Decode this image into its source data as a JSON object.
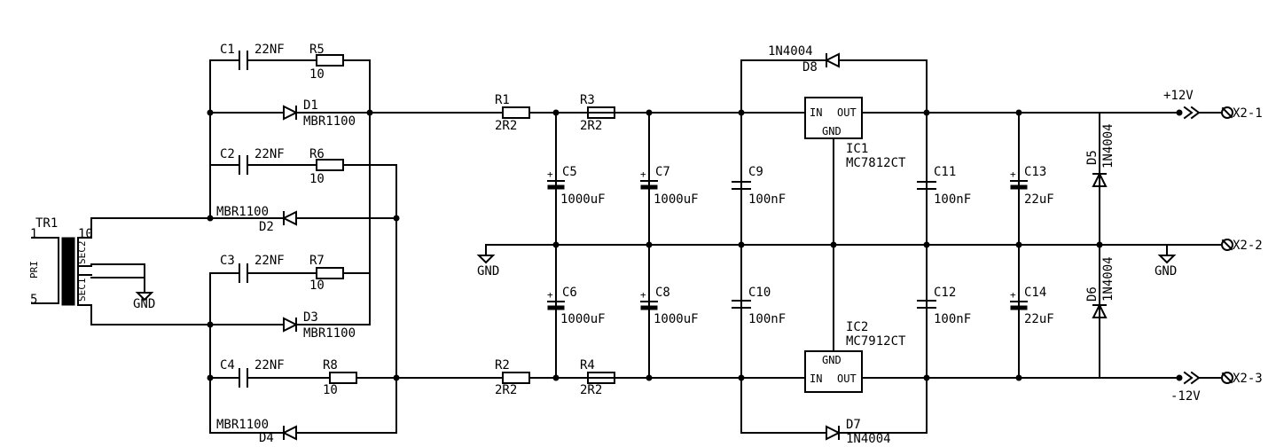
{
  "transformer": {
    "name": "TR1",
    "pin1": "1",
    "pin5": "5",
    "pin10": "10",
    "sec2": "SEC2",
    "sec1": "SEC1",
    "pri": "PRI"
  },
  "gnd": "GND",
  "caps_snub": [
    {
      "name": "C1",
      "value": "22NF"
    },
    {
      "name": "C2",
      "value": "22NF"
    },
    {
      "name": "C3",
      "value": "22NF"
    },
    {
      "name": "C4",
      "value": "22NF"
    }
  ],
  "res_snub": [
    {
      "name": "R5",
      "value": "10"
    },
    {
      "name": "R6",
      "value": "10"
    },
    {
      "name": "R7",
      "value": "10"
    },
    {
      "name": "R8",
      "value": "10"
    }
  ],
  "diodes_bridge": [
    {
      "name": "D1",
      "value": "MBR1100"
    },
    {
      "name": "D2",
      "value": "MBR1100"
    },
    {
      "name": "D3",
      "value": "MBR1100"
    },
    {
      "name": "D4",
      "value": "MBR1100"
    }
  ],
  "res_filter": [
    {
      "name": "R1",
      "value": "2R2"
    },
    {
      "name": "R3",
      "value": "2R2"
    },
    {
      "name": "R2",
      "value": "2R2"
    },
    {
      "name": "R4",
      "value": "2R2"
    }
  ],
  "caps": {
    "C5": {
      "name": "C5",
      "value": "1000uF"
    },
    "C7": {
      "name": "C7",
      "value": "1000uF"
    },
    "C6": {
      "name": "C6",
      "value": "1000uF"
    },
    "C8": {
      "name": "C8",
      "value": "1000uF"
    },
    "C9": {
      "name": "C9",
      "value": "100nF"
    },
    "C10": {
      "name": "C10",
      "value": "100nF"
    },
    "C11": {
      "name": "C11",
      "value": "100nF"
    },
    "C12": {
      "name": "C12",
      "value": "100nF"
    },
    "C13": {
      "name": "C13",
      "value": "22uF"
    },
    "C14": {
      "name": "C14",
      "value": "22uF"
    }
  },
  "regulators": {
    "IC1": {
      "name": "IC1",
      "value": "MC7812CT",
      "in": "IN",
      "out": "OUT",
      "gnd": "GND"
    },
    "IC2": {
      "name": "IC2",
      "value": "MC7912CT",
      "in": "IN",
      "out": "OUT",
      "gnd": "GND"
    }
  },
  "protect_diodes": {
    "D8": {
      "name": "D8",
      "value": "1N4004"
    },
    "D7": {
      "name": "D7",
      "value": "1N4004"
    },
    "D5": {
      "name": "D5",
      "value": "1N4004"
    },
    "D6": {
      "name": "D6",
      "value": "1N4004"
    }
  },
  "outputs": {
    "pos": "+12V",
    "neg": "-12V",
    "x1": "X2-1",
    "x2": "X2-2",
    "x3": "X2-3"
  }
}
